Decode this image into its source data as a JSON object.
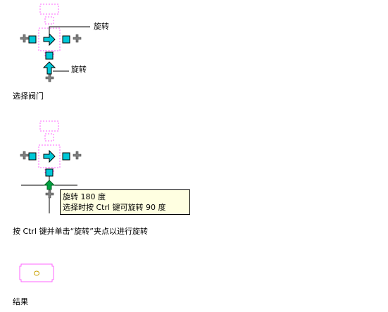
{
  "figure1": {
    "callout_top": "旋转",
    "callout_bottom": "旋转",
    "caption": "选择阀门"
  },
  "figure2": {
    "tooltip_line1": "旋转 180 度",
    "tooltip_line2": "选择时按 Ctrl 键可旋转 90 度",
    "caption": "按 Ctrl 键并单击“旋转”夹点以进行旋转"
  },
  "figure3": {
    "caption": "结果"
  },
  "colors": {
    "grip": "#00c8d8",
    "outline": "#ff66ff",
    "plus": "#808080",
    "result_circle": "#c8a000",
    "tooltip_bg": "#ffffe1"
  },
  "icons": [
    "plus-grip-icon",
    "square-grip-icon",
    "arrow-right-grip-icon",
    "arrow-up-grip-icon",
    "valve-symbol-icon"
  ]
}
